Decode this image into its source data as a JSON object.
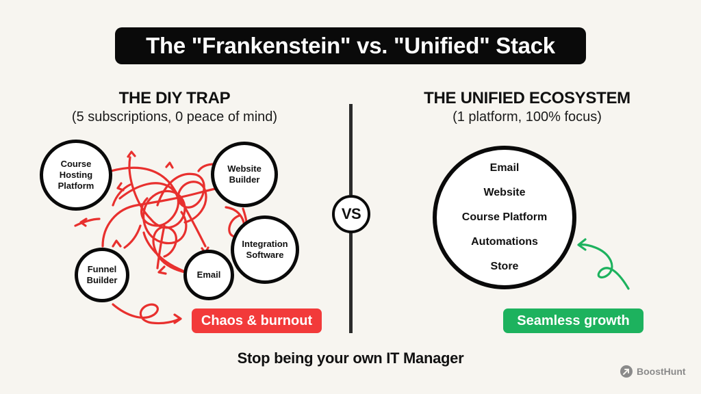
{
  "title": "The \"Frankenstein\" vs. \"Unified\" Stack",
  "left": {
    "heading": "THE DIY TRAP",
    "subheading": "(5 subscriptions, 0 peace of mind)",
    "nodes": [
      {
        "label": "Course Hosting Platform"
      },
      {
        "label": "Website Builder"
      },
      {
        "label": "Integration Software"
      },
      {
        "label": "Funnel Builder"
      },
      {
        "label": "Email"
      }
    ],
    "outcome": "Chaos & burnout",
    "scribble_color": "#e8302e",
    "outcome_color": "#f23a3a"
  },
  "divider": {
    "label": "VS"
  },
  "right": {
    "heading": "THE UNIFIED ECOSYSTEM",
    "subheading": "(1 platform, 100% focus)",
    "items": [
      "Email",
      "Website",
      "Course Platform",
      "Automations",
      "Store"
    ],
    "outcome": "Seamless growth",
    "arrow_color": "#1db25e",
    "outcome_color": "#1db25e"
  },
  "footer": "Stop being your own IT Manager",
  "brand": {
    "name": "BoostHunt",
    "icon": "arrow-up-right-icon"
  }
}
